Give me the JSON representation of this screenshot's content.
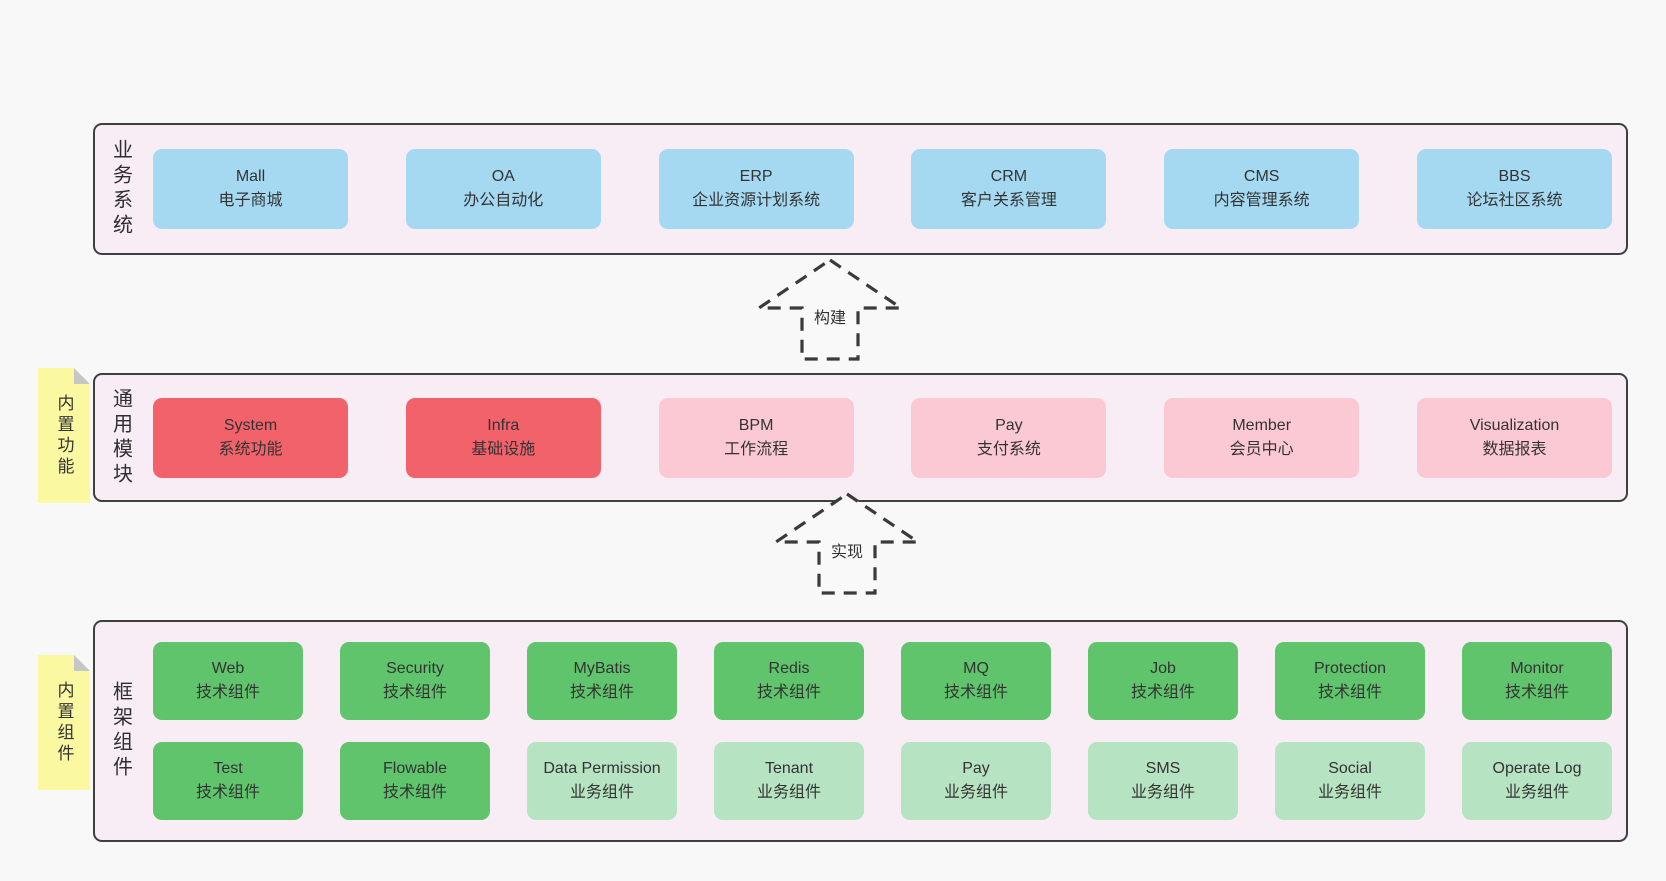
{
  "diagram": {
    "bands": [
      {
        "label": "业务系统",
        "boxes": [
          {
            "name": "Mall",
            "desc": "电子商城"
          },
          {
            "name": "OA",
            "desc": "办公自动化"
          },
          {
            "name": "ERP",
            "desc": "企业资源计划系统"
          },
          {
            "name": "CRM",
            "desc": "客户关系管理"
          },
          {
            "name": "CMS",
            "desc": "内容管理系统"
          },
          {
            "name": "BBS",
            "desc": "论坛社区系统"
          }
        ]
      },
      {
        "label": "通用模块",
        "sticky": "内置功能",
        "boxes": [
          {
            "name": "System",
            "desc": "系统功能"
          },
          {
            "name": "Infra",
            "desc": "基础设施"
          },
          {
            "name": "BPM",
            "desc": "工作流程"
          },
          {
            "name": "Pay",
            "desc": "支付系统"
          },
          {
            "name": "Member",
            "desc": "会员中心"
          },
          {
            "name": "Visualization",
            "desc": "数据报表"
          }
        ]
      },
      {
        "label": "框架组件",
        "sticky": "内置组件",
        "rows": [
          [
            {
              "name": "Web",
              "desc": "技术组件"
            },
            {
              "name": "Security",
              "desc": "技术组件"
            },
            {
              "name": "MyBatis",
              "desc": "技术组件"
            },
            {
              "name": "Redis",
              "desc": "技术组件"
            },
            {
              "name": "MQ",
              "desc": "技术组件"
            },
            {
              "name": "Job",
              "desc": "技术组件"
            },
            {
              "name": "Protection",
              "desc": "技术组件"
            },
            {
              "name": "Monitor",
              "desc": "技术组件"
            }
          ],
          [
            {
              "name": "Test",
              "desc": "技术组件"
            },
            {
              "name": "Flowable",
              "desc": "技术组件"
            },
            {
              "name": "Data Permission",
              "desc": "业务组件"
            },
            {
              "name": "Tenant",
              "desc": "业务组件"
            },
            {
              "name": "Pay",
              "desc": "业务组件"
            },
            {
              "name": "SMS",
              "desc": "业务组件"
            },
            {
              "name": "Social",
              "desc": "业务组件"
            },
            {
              "name": "Operate Log",
              "desc": "业务组件"
            }
          ]
        ]
      }
    ],
    "arrows": [
      {
        "label": "构建"
      },
      {
        "label": "实现"
      }
    ],
    "colors": {
      "page_bg": "#f8f8f8",
      "band_bg": "#f8edf5",
      "band_border": "#3f3f3f",
      "blue": "#a5d9f1",
      "red": "#f2626b",
      "pink": "#fbc9d3",
      "green": "#5fc46c",
      "light_green": "#b6e3c1",
      "sticky": "#fbf8a2",
      "text": "#333333",
      "arrow_stroke": "#3a3a3a"
    }
  }
}
